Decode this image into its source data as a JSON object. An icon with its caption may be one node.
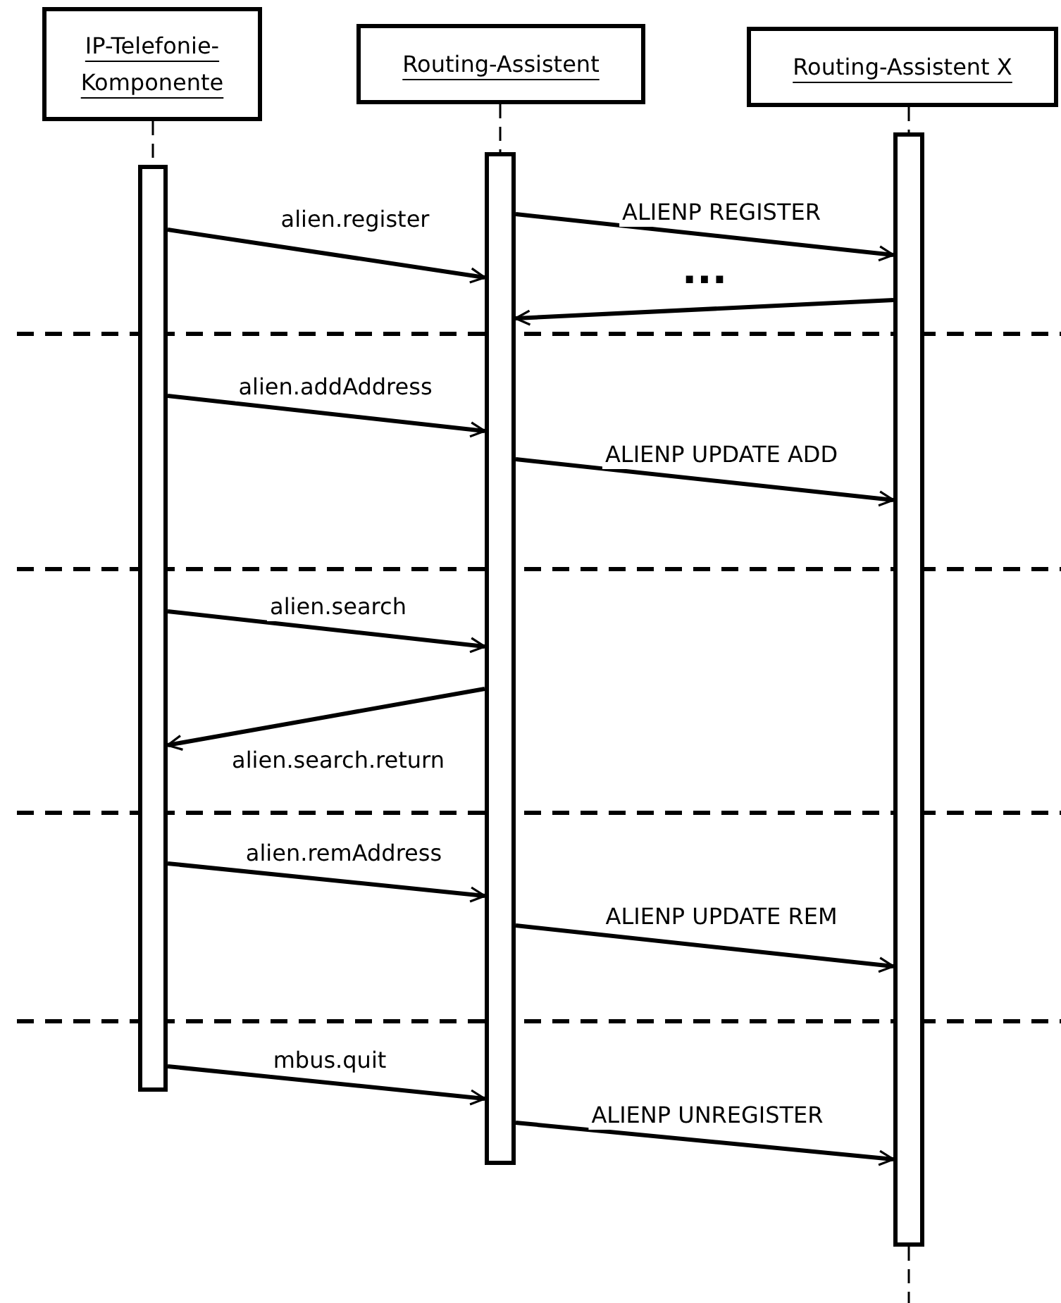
{
  "diagram": {
    "nodes": [
      {
        "text": [
          "IP-Telefonie- Komponente"
        ]
      },
      {
        "text": [
          "Routing-Assistent"
        ]
      },
      {
        "text": [
          "Routing-Assistent X"
        ]
      },
      {
        "text": [],
        "shape": "bar"
      },
      {
        "text": [],
        "shape": "bar"
      },
      {
        "text": [],
        "shape": "bar"
      }
    ],
    "edges": [
      {
        "from": 0,
        "to": 3,
        "arrow": "none",
        "style": "dashed"
      },
      {
        "from": 1,
        "to": 4,
        "arrow": "none",
        "style": "dashed"
      },
      {
        "from": 2,
        "to": 5,
        "arrow": "none",
        "style": "dashed"
      },
      {
        "from": 5,
        "to": null,
        "arrow": "none",
        "style": "dashed"
      },
      {
        "from": 3,
        "to": 4,
        "arrow": "to",
        "label": "alien.register"
      },
      {
        "from": 4,
        "to": 5,
        "arrow": "to",
        "label": "ALIENP REGISTER"
      },
      {
        "from": 5,
        "to": 4,
        "arrow": "to"
      },
      {
        "from": 3,
        "to": 4,
        "arrow": "to",
        "label": "alien.addAddress"
      },
      {
        "from": 4,
        "to": 5,
        "arrow": "to",
        "label": "ALIENP UPDATE ADD"
      },
      {
        "from": 3,
        "to": 4,
        "arrow": "to",
        "label": "alien.search"
      },
      {
        "from": 4,
        "to": 3,
        "arrow": "to",
        "label": "alien.search.return"
      },
      {
        "from": 3,
        "to": 4,
        "arrow": "to",
        "label": "alien.remAddress"
      },
      {
        "from": 4,
        "to": 5,
        "arrow": "to",
        "label": "ALIENP UPDATE REM"
      },
      {
        "from": 3,
        "to": 4,
        "arrow": "to",
        "label": "mbus.quit"
      },
      {
        "from": 4,
        "to": 5,
        "arrow": "to",
        "label": "ALIENP UNREGISTER"
      }
    ],
    "labels": [
      "..."
    ]
  }
}
